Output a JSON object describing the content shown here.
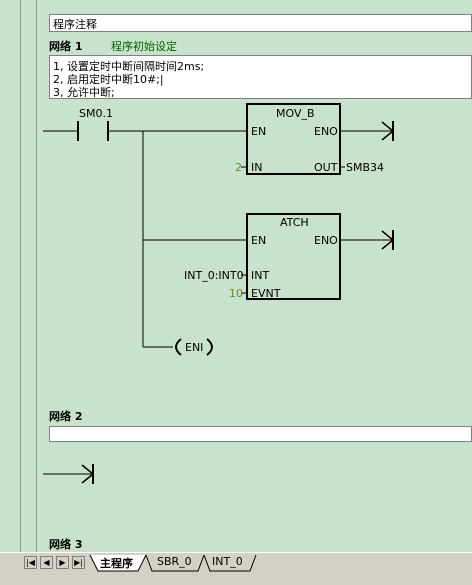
{
  "program_comment": {
    "title": "程序注释"
  },
  "network1": {
    "label": "网络 1",
    "title": "程序初始设定",
    "comment_lines": [
      "1, 设置定时中断间隔时间2ms;",
      "2, 启用定时中断10#;|",
      "3, 允许中断;"
    ],
    "contact": {
      "label": "SM0.1"
    },
    "mov_b": {
      "name": "MOV_B",
      "en": "EN",
      "eno": "ENO",
      "in_label": "IN",
      "in_value": "2",
      "out_label": "OUT",
      "out_value": "SMB34"
    },
    "atch": {
      "name": "ATCH",
      "en": "EN",
      "eno": "ENO",
      "int_label": "INT",
      "int_value": "INT_0:INT0",
      "evnt_label": "EVNT",
      "evnt_value": "10"
    },
    "eni_coil": {
      "label": "ENI"
    }
  },
  "network2": {
    "label": "网络 2"
  },
  "network3": {
    "label": "网络 3"
  },
  "tabs": {
    "main": "主程序",
    "sbr0": "SBR_0",
    "int0": "INT_0"
  },
  "nav": {
    "first": "|◀",
    "prev": "◀",
    "next": "▶",
    "last": "▶|"
  },
  "colors": {
    "editor_bg": "#c9e2cd",
    "operand_green": "#6b8e23"
  }
}
